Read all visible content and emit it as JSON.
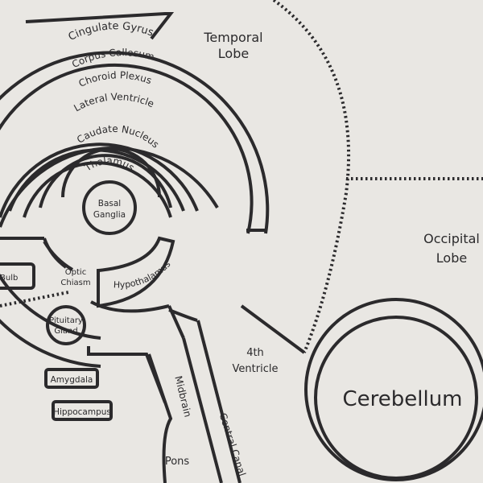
{
  "labels": {
    "cingulate_gyrus": "Cingulate Gyrus",
    "corpus_callosum": "Corpus Callosum",
    "choroid_plexus": "Choroid Plexus",
    "lateral_ventricle": "Lateral Ventricle",
    "caudate_nucleus": "Caudate Nucleus",
    "thalamus": "Thalamus",
    "basal_ganglia_1": "Basal",
    "basal_ganglia_2": "Ganglia",
    "hypothalamus": "Hypothalamus",
    "optic_chiasm_1": "Optic",
    "optic_chiasm_2": "Chiasm",
    "bulb": "Bulb",
    "pituitary_1": "Pituitary",
    "pituitary_2": "Gland",
    "amygdala": "Amygdala",
    "hippocampus": "Hippocampus",
    "temporal_1": "Temporal",
    "temporal_2": "Lobe",
    "occipital_1": "Occipital",
    "occipital_2": "Lobe",
    "fourth_ventricle_1": "4th",
    "fourth_ventricle_2": "Ventricle",
    "midbrain": "Midbrain",
    "central_canal": "Central Canal",
    "pons": "Pons",
    "cerebellum": "Cerebellum"
  },
  "colors": {
    "ink": "#2b2a2c",
    "paper": "#e9e7e3"
  }
}
